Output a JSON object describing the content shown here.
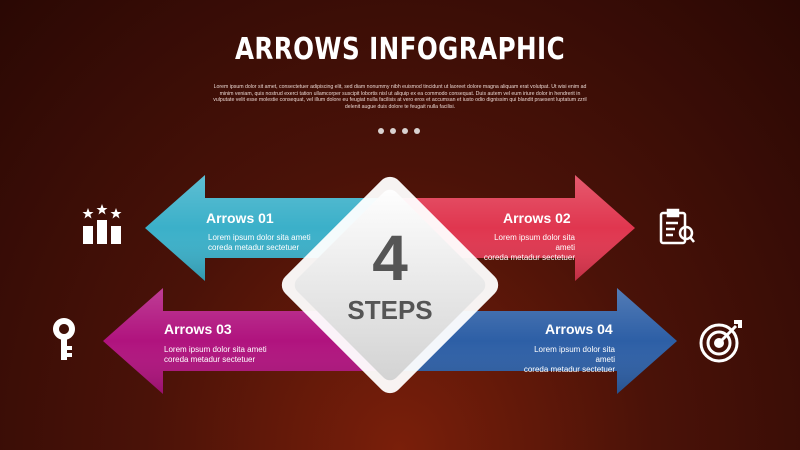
{
  "title": "ARROWS INFOGRAPHIC",
  "description": "Lorem ipsum dolor sit amet, consectetuer adipiscing elit, sed diam nonummy nibh euismod tincidunt ut laoreet dolore magna aliquam erat volutpat. Ut wisi enim ad minim veniam, quis nostrud exerci tation ullamcorper suscipit lobortis nisl ut aliquip ex ea commodo consequat. Duis autem vel eum iriure dolor in hendrerit in vulputate velit esse molestie consequat, vel illum dolore eu feugiat nulla facilisis at vero eros et accumsan et iusto odio dignissim qui blandit praesent luptatum zzril delenit augue duis dolore te feugait nulla facilisi.",
  "center": {
    "number": "4",
    "word": "STEPS"
  },
  "arrows": [
    {
      "label": "Arrows 01",
      "text": "Lorem ipsum dolor sita ameti\ncoreda metadur sectetuer",
      "color": "#3bb0c9"
    },
    {
      "label": "Arrows 02",
      "text": "Lorem ipsum dolor sita ameti\ncoreda metadur sectetuer",
      "color": "#e0364f"
    },
    {
      "label": "Arrows 03",
      "text": "Lorem ipsum dolor sita ameti\ncoreda metadur sectetuer",
      "color": "#b0137e"
    },
    {
      "label": "Arrows 04",
      "text": "Lorem ipsum dolor sita ameti\ncoreda metadur sectetuer",
      "color": "#2d5fa6"
    }
  ],
  "icons": {
    "top_left": "ranking-stars-icon",
    "top_right": "clipboard-search-icon",
    "bottom_left": "key-icon",
    "bottom_right": "target-icon"
  }
}
